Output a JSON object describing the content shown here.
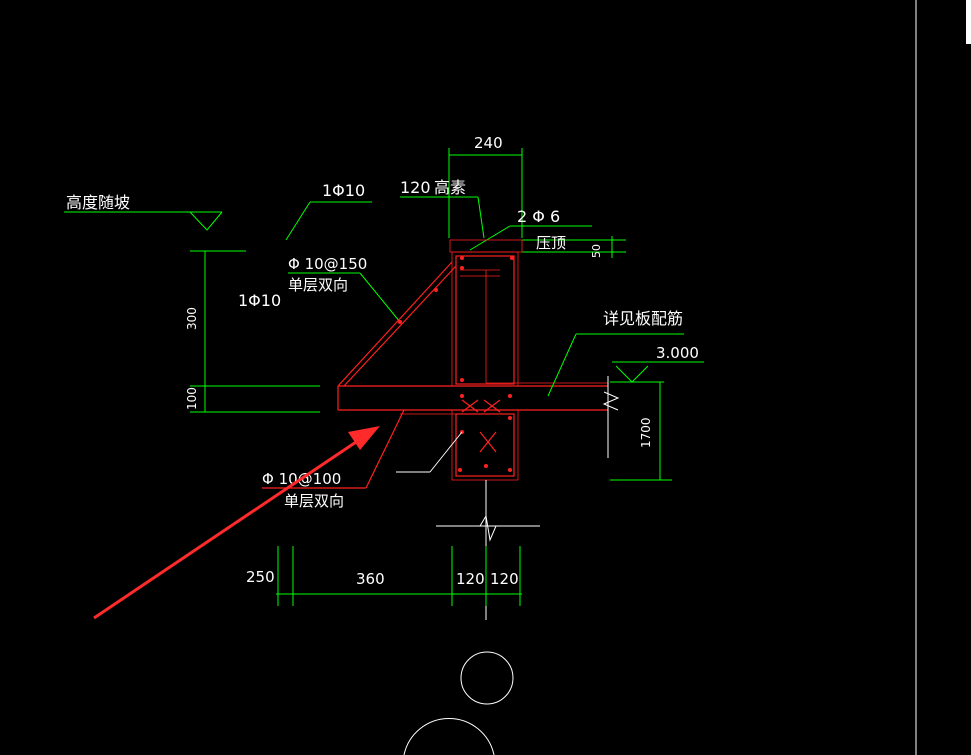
{
  "labels": {
    "dim_240": "240",
    "rebar_120_label": "120",
    "height_note": "高素",
    "rebar_2phi6": "2 Φ 6",
    "pressure_top": "压顶",
    "dim_50": "50",
    "slope_note": "高度随坡",
    "rebar_1phi10_top": "1Φ10",
    "rebar_1phi10_mid": "1Φ10",
    "rebar_phi10_150": "Φ 10@150",
    "single_layer_1": "单层双向",
    "plate_rebar_note": "详见板配筋",
    "elevation": "3.000",
    "dim_300": "300",
    "dim_100": "100",
    "dim_1700": "1700",
    "rebar_phi10_100": "Φ 10@100",
    "single_layer_2": "单层双向",
    "dim_250": "250",
    "dim_360": "360",
    "dim_120_a": "120",
    "dim_120_b": "120"
  },
  "colors": {
    "background": "#000000",
    "dimension": "#00ff00",
    "rebar": "#ff2020",
    "text": "#ffffff",
    "arrow": "#ff2a2a"
  }
}
